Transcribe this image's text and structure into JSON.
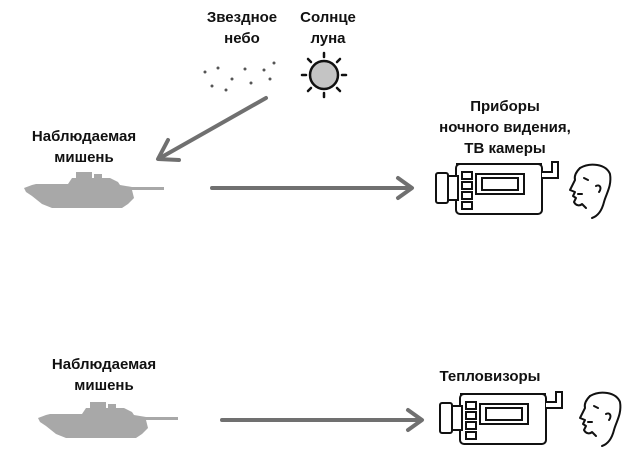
{
  "labels": {
    "sky": [
      "Звездное",
      "небо"
    ],
    "sun": [
      "Солнце",
      "луна"
    ],
    "target_top": [
      "Наблюдаемая",
      "мишень"
    ],
    "devices_top": [
      "Приборы",
      "ночного видения,",
      "ТВ камеры"
    ],
    "target_bottom": [
      "Наблюдаемая",
      "мишень"
    ],
    "devices_bottom": [
      "Тепловизоры"
    ]
  },
  "colors": {
    "arrow": "#707070",
    "tank": "#a8a8a8",
    "sun_fill": "#c4c4c4",
    "ink": "#111111"
  },
  "icons": [
    "stars-icon",
    "sun-icon",
    "tank-icon",
    "video-camera-icon",
    "observer-face-icon",
    "arrow-icon"
  ]
}
